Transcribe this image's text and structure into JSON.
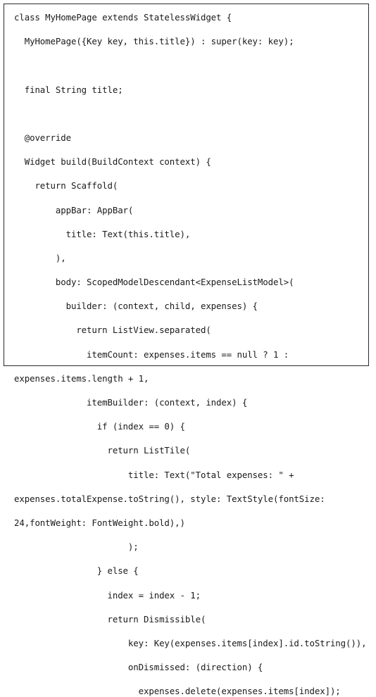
{
  "code_lines": [
    "class MyHomePage extends StatelessWidget {",
    "  MyHomePage({Key key, this.title}) : super(key: key);",
    "",
    "  final String title;",
    "",
    "  @override",
    "  Widget build(BuildContext context) {",
    "    return Scaffold(",
    "        appBar: AppBar(",
    "          title: Text(this.title),",
    "        ),",
    "        body: ScopedModelDescendant<ExpenseListModel>(",
    "          builder: (context, child, expenses) {",
    "            return ListView.separated(",
    "              itemCount: expenses.items == null ? 1 :",
    "expenses.items.length + 1,",
    "              itemBuilder: (context, index) {",
    "                if (index == 0) {",
    "                  return ListTile(",
    "                      title: Text(\"Total expenses: \" +",
    "expenses.totalExpense.toString(), style: TextStyle(fontSize:",
    "24,fontWeight: FontWeight.bold),)",
    "                      );",
    "                } else {",
    "                  index = index - 1;",
    "                  return Dismissible(",
    "                      key: Key(expenses.items[index].id.toString()),",
    "                      onDismissed: (direction) {",
    "                        expenses.delete(expenses.items[index]);"
  ]
}
